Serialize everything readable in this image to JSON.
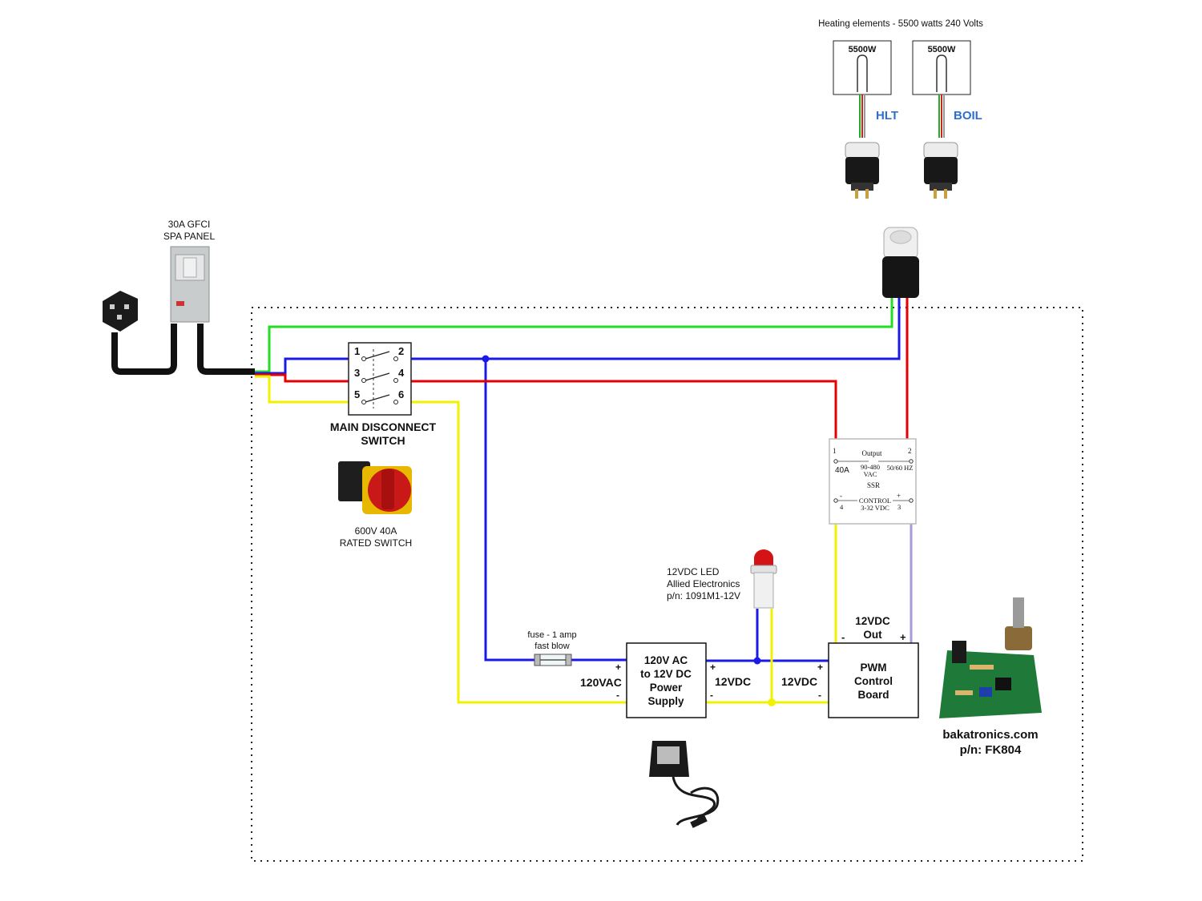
{
  "heating": {
    "title": "Heating elements - 5500 watts 240 Volts",
    "element_1_rating": "5500W",
    "element_2_rating": "5500W",
    "hlt_label": "HLT",
    "boil_label": "BOIL"
  },
  "panel": {
    "line1": "30A GFCI",
    "line2": "SPA PANEL"
  },
  "switch": {
    "terminals": [
      "1",
      "2",
      "3",
      "4",
      "5",
      "6"
    ],
    "title_line1": "MAIN DISCONNECT",
    "title_line2": "SWITCH",
    "rating_line1": "600V 40A",
    "rating_line2": "RATED SWITCH"
  },
  "ssr": {
    "terminal_1": "1",
    "terminal_2": "2",
    "terminal_3": "3",
    "terminal_4": "4",
    "output_label": "Output",
    "amp": "40A",
    "vac_range": "90-480",
    "vac_unit": "VAC",
    "freq": "50/60 HZ",
    "name": "SSR",
    "minus": "-",
    "plus": "+",
    "control_label": "CONTROL",
    "control_range": "3-32 VDC"
  },
  "led": {
    "line1": "12VDC LED",
    "line2": "Allied Electronics",
    "line3": "p/n: 1091M1-12V"
  },
  "fuse": {
    "line1": "fuse - 1 amp",
    "line2": "fast blow"
  },
  "power_supply": {
    "line1": "120V AC",
    "line2": "to 12V DC",
    "line3": "Power",
    "line4": "Supply",
    "input_label": "120VAC",
    "output_label": "12VDC",
    "plus": "+",
    "minus": "-"
  },
  "pwm": {
    "line1": "PWM",
    "line2": "Control",
    "line3": "Board",
    "input_label": "12VDC",
    "out_line1": "12VDC",
    "out_line2": "Out",
    "plus": "+",
    "minus": "-"
  },
  "vendor": {
    "line1": "bakatronics.com",
    "line2": "p/n: FK804"
  },
  "colors": {
    "green_wire": "#22dd22",
    "blue_wire": "#1a1ae6",
    "red_wire": "#e60000",
    "yellow_wire": "#f2f200",
    "lavender_wire": "#a79ad6",
    "cord": "#111111",
    "blue_text": "#2d6fd0"
  }
}
